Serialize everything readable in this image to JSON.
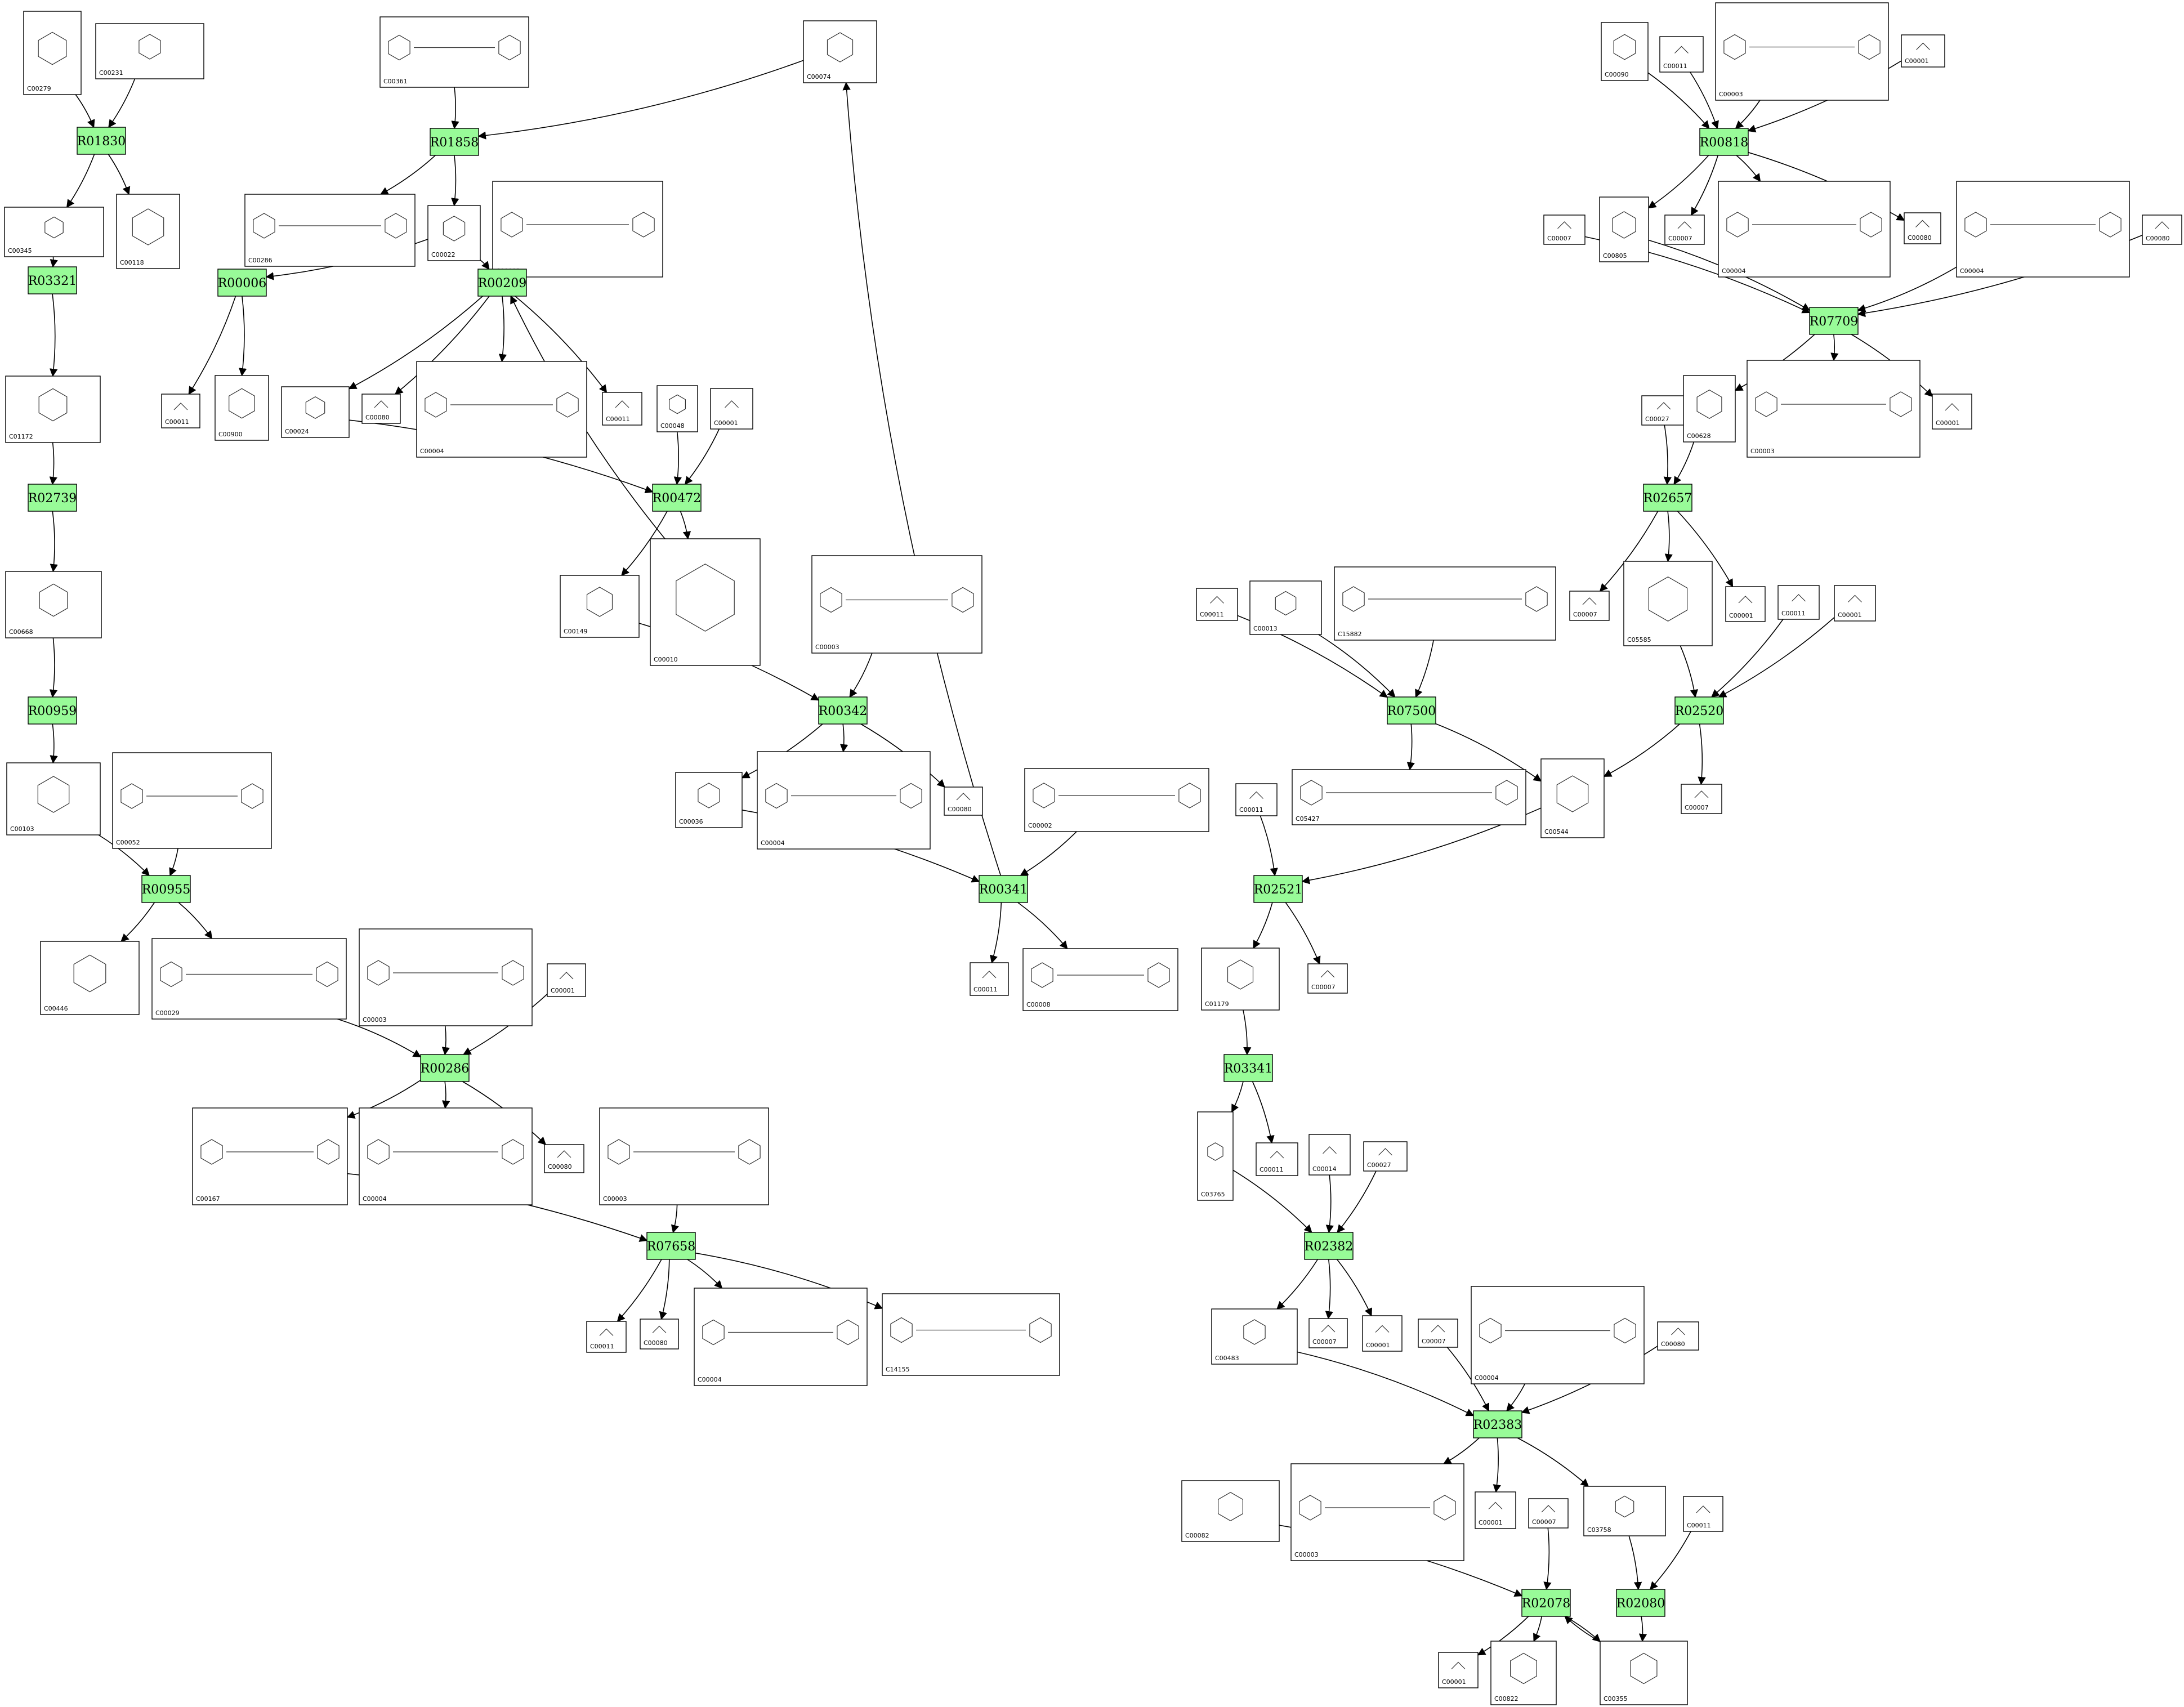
{
  "reactions": [
    {
      "id": "R01830",
      "label": "R01830"
    },
    {
      "id": "R03321",
      "label": "R03321"
    },
    {
      "id": "R02739",
      "label": "R02739"
    },
    {
      "id": "R00959",
      "label": "R00959"
    },
    {
      "id": "R00955",
      "label": "R00955"
    },
    {
      "id": "R01858",
      "label": "R01858"
    },
    {
      "id": "R00006",
      "label": "R00006"
    },
    {
      "id": "R00209",
      "label": "R00209"
    },
    {
      "id": "R00472",
      "label": "R00472"
    },
    {
      "id": "R00342",
      "label": "R00342"
    },
    {
      "id": "R00341",
      "label": "R00341"
    },
    {
      "id": "R00286",
      "label": "R00286"
    },
    {
      "id": "R07658",
      "label": "R07658"
    },
    {
      "id": "R00818",
      "label": "R00818"
    },
    {
      "id": "R07709",
      "label": "R07709"
    },
    {
      "id": "R02657",
      "label": "R02657"
    },
    {
      "id": "R07500",
      "label": "R07500"
    },
    {
      "id": "R02520",
      "label": "R02520"
    },
    {
      "id": "R02521",
      "label": "R02521"
    },
    {
      "id": "R03341",
      "label": "R03341"
    },
    {
      "id": "R02382",
      "label": "R02382"
    },
    {
      "id": "R02383",
      "label": "R02383"
    },
    {
      "id": "R02078",
      "label": "R02078"
    },
    {
      "id": "R02080",
      "label": "R02080"
    }
  ],
  "compounds": [
    {
      "key": "c00279",
      "label": "C00279"
    },
    {
      "key": "c00231",
      "label": "C00231"
    },
    {
      "key": "c00345",
      "label": "C00345"
    },
    {
      "key": "c00118",
      "label": "C00118"
    },
    {
      "key": "c01172",
      "label": "C01172"
    },
    {
      "key": "c00668",
      "label": "C00668"
    },
    {
      "key": "c00103",
      "label": "C00103"
    },
    {
      "key": "c00052",
      "label": "C00052"
    },
    {
      "key": "c00446",
      "label": "C00446"
    },
    {
      "key": "c00029",
      "label": "C00029"
    },
    {
      "key": "c00361",
      "label": "C00361"
    },
    {
      "key": "c00286",
      "label": "C00286"
    },
    {
      "key": "c00022",
      "label": "C00022"
    },
    {
      "key": "c00003a",
      "label": "C00003"
    },
    {
      "key": "c00011a",
      "label": "C00011"
    },
    {
      "key": "c00900",
      "label": "C00900"
    },
    {
      "key": "c00024",
      "label": "C00024"
    },
    {
      "key": "c00080a",
      "label": "C00080"
    },
    {
      "key": "c00004a",
      "label": "C00004"
    },
    {
      "key": "c00011b",
      "label": "C00011"
    },
    {
      "key": "c00048",
      "label": "C00048"
    },
    {
      "key": "c00001a",
      "label": "C00001"
    },
    {
      "key": "c00074",
      "label": "C00074"
    },
    {
      "key": "c00149",
      "label": "C00149"
    },
    {
      "key": "c00010",
      "label": "C00010"
    },
    {
      "key": "c00003b",
      "label": "C00003"
    },
    {
      "key": "c00036",
      "label": "C00036"
    },
    {
      "key": "c00004b",
      "label": "C00004"
    },
    {
      "key": "c00080b",
      "label": "C00080"
    },
    {
      "key": "c00002",
      "label": "C00002"
    },
    {
      "key": "c00011c",
      "label": "C00011"
    },
    {
      "key": "c00008",
      "label": "C00008"
    },
    {
      "key": "c00003c",
      "label": "C00003"
    },
    {
      "key": "c00001b",
      "label": "C00001"
    },
    {
      "key": "c00167",
      "label": "C00167"
    },
    {
      "key": "c00004c",
      "label": "C00004"
    },
    {
      "key": "c00080c",
      "label": "C00080"
    },
    {
      "key": "c00003d",
      "label": "C00003"
    },
    {
      "key": "c00011d",
      "label": "C00011"
    },
    {
      "key": "c00080d",
      "label": "C00080"
    },
    {
      "key": "c00004d",
      "label": "C00004"
    },
    {
      "key": "c14155",
      "label": "C14155"
    },
    {
      "key": "c00090",
      "label": "C00090"
    },
    {
      "key": "c00011e",
      "label": "C00011"
    },
    {
      "key": "c00003e",
      "label": "C00003"
    },
    {
      "key": "c00001c",
      "label": "C00001"
    },
    {
      "key": "c00007a",
      "label": "C00007"
    },
    {
      "key": "c00805",
      "label": "C00805"
    },
    {
      "key": "c00007b",
      "label": "C00007"
    },
    {
      "key": "c00004e",
      "label": "C00004"
    },
    {
      "key": "c00080e",
      "label": "C00080"
    },
    {
      "key": "c00004f",
      "label": "C00004"
    },
    {
      "key": "c00080f",
      "label": "C00080"
    },
    {
      "key": "c00027a",
      "label": "C00027"
    },
    {
      "key": "c00628",
      "label": "C00628"
    },
    {
      "key": "c00003f",
      "label": "C00003"
    },
    {
      "key": "c00001d",
      "label": "C00001"
    },
    {
      "key": "c00011f",
      "label": "C00011"
    },
    {
      "key": "c00013",
      "label": "C00013"
    },
    {
      "key": "c15882",
      "label": "C15882"
    },
    {
      "key": "c00007c",
      "label": "C00007"
    },
    {
      "key": "c05585",
      "label": "C05585"
    },
    {
      "key": "c00001e",
      "label": "C00001"
    },
    {
      "key": "c00011g",
      "label": "C00011"
    },
    {
      "key": "c00001f",
      "label": "C00001"
    },
    {
      "key": "c05427",
      "label": "C05427"
    },
    {
      "key": "c00544",
      "label": "C00544"
    },
    {
      "key": "c00007d",
      "label": "C00007"
    },
    {
      "key": "c00011h",
      "label": "C00011"
    },
    {
      "key": "c01179",
      "label": "C01179"
    },
    {
      "key": "c00007e",
      "label": "C00007"
    },
    {
      "key": "c03765",
      "label": "C03765"
    },
    {
      "key": "c00011i",
      "label": "C00011"
    },
    {
      "key": "c00014",
      "label": "C00014"
    },
    {
      "key": "c00027b",
      "label": "C00027"
    },
    {
      "key": "c00483",
      "label": "C00483"
    },
    {
      "key": "c00007f",
      "label": "C00007"
    },
    {
      "key": "c00001g",
      "label": "C00001"
    },
    {
      "key": "c00007g",
      "label": "C00007"
    },
    {
      "key": "c00004g",
      "label": "C00004"
    },
    {
      "key": "c00080g",
      "label": "C00080"
    },
    {
      "key": "c00003g",
      "label": "C00003"
    },
    {
      "key": "c00001h",
      "label": "C00001"
    },
    {
      "key": "c03758",
      "label": "C03758"
    },
    {
      "key": "c00082",
      "label": "C00082"
    },
    {
      "key": "c00007h",
      "label": "C00007"
    },
    {
      "key": "c00011j",
      "label": "C00011"
    },
    {
      "key": "c00001i",
      "label": "C00001"
    },
    {
      "key": "c00822",
      "label": "C00822"
    },
    {
      "key": "c00355",
      "label": "C00355"
    }
  ],
  "colors": {
    "reaction_fill": "#98fb98",
    "reaction_stroke": "#000000",
    "compound_fill": "#ffffff",
    "edge": "#000000",
    "glyph": "#333333"
  }
}
